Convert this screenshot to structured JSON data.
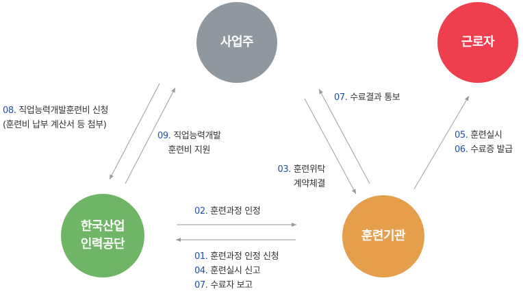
{
  "colors": {
    "employer": "#8f989f",
    "worker": "#ee3f4f",
    "hrdk": "#6fb566",
    "institution": "#e49e4c",
    "number": "#1f4fa8",
    "text": "#333333",
    "arrow": "#999999"
  },
  "nodes": {
    "employer": "사업주",
    "worker": "근로자",
    "hrdk": "한국산업\n인력공단",
    "institution": "훈련기관"
  },
  "labels": {
    "apply_subsidy": {
      "num": "08.",
      "text": "직업능력개발훈련비 신청",
      "line2": "(훈련비 납부 계산서 등 첨부)"
    },
    "support_subsidy": {
      "num": "09.",
      "text": "직업능력개발",
      "line2": "훈련비 지원"
    },
    "completion_notice": {
      "num": "07.",
      "text": "수료결과 통보"
    },
    "consignment": {
      "num": "03.",
      "text": "훈련위탁",
      "line2": "계약체결"
    },
    "training_to_worker": [
      {
        "num": "05.",
        "text": "훈련실시"
      },
      {
        "num": "06.",
        "text": "수료증 발급"
      }
    ],
    "course_approval": {
      "num": "02.",
      "text": "훈련과정 인정"
    },
    "reports": [
      {
        "num": "01.",
        "text": "훈련과정 인정 신청"
      },
      {
        "num": "04.",
        "text": "훈련실시 신고"
      },
      {
        "num": "07.",
        "text": "수료자 보고"
      }
    ]
  }
}
